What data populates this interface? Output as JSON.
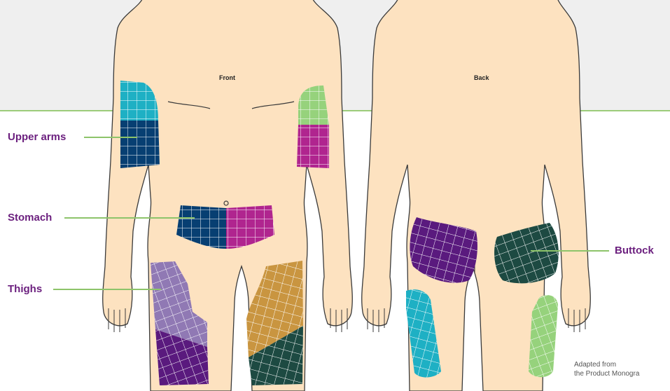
{
  "front_view": {
    "label": "Front"
  },
  "back_view": {
    "label": "Back"
  },
  "site_labels": {
    "upper_arms": "Upper arms",
    "stomach": "Stomach",
    "thighs": "Thighs",
    "buttock": "Buttock"
  },
  "caption": {
    "line1": "Adapted from",
    "line2": "the Product Monogra"
  },
  "colors": {
    "skin": "#fde2c0",
    "outline": "#3a3a3a",
    "leader_line": "#8dc46a",
    "label_text": "#6b1f7e",
    "teal": "#1eb0c4",
    "navy": "#073f72",
    "light_green": "#96d27c",
    "magenta": "#b0258f",
    "lavender": "#9079b4",
    "purple": "#5a1a7e",
    "ochre": "#c99540",
    "dark_green": "#1d4a42"
  }
}
